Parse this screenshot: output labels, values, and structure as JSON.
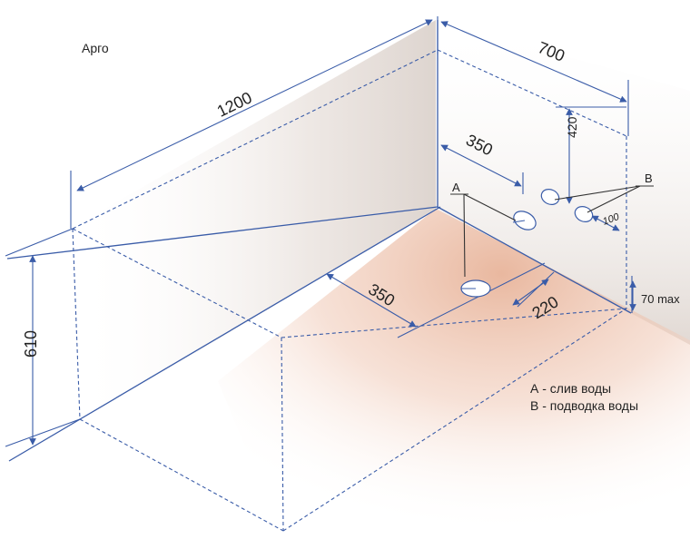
{
  "title": "Арго",
  "dimensions": {
    "length": "1200",
    "width": "700",
    "height": "610",
    "drain_from_wall_floor": "350",
    "drain_from_side_floor": "220",
    "drain_wall_offset": "350",
    "supply_height": "420",
    "supply_spacing": "100",
    "drain_max_height": "70 max"
  },
  "markers": {
    "drain": "A",
    "supply": "B"
  },
  "legend": {
    "drain": "А - слив воды",
    "supply": "В - подводка воды"
  },
  "colors": {
    "line": "#3a5ca8",
    "leader": "#333333",
    "wall_shade": "#c9b8ac",
    "floor_shade": "#e9b8a0"
  }
}
